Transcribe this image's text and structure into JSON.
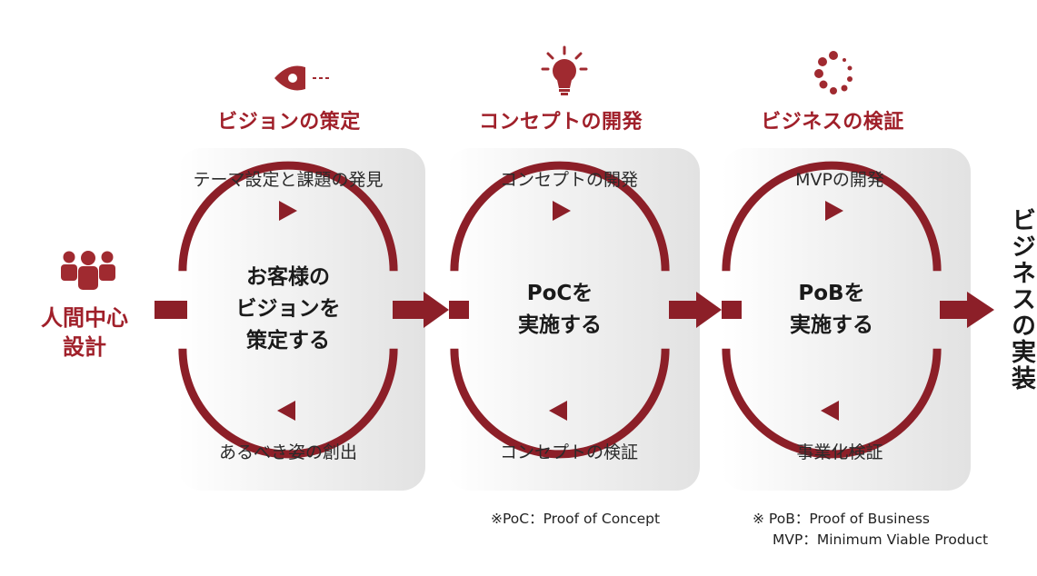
{
  "colors": {
    "accent": "#8c1f28",
    "title": "#a0202a",
    "text": "#1a1a1a"
  },
  "start": {
    "icon": "people-group-icon",
    "label_lines": [
      "人間中心",
      "設計"
    ]
  },
  "stages": [
    {
      "icon": "eye-icon",
      "title": "ビジョンの策定",
      "top_label": "テーマ設定と課題の発見",
      "bottom_label": "あるべき姿の創出",
      "center_lines": [
        "お客様の",
        "ビジョンを",
        "策定する"
      ]
    },
    {
      "icon": "light-bulb-icon",
      "title": "コンセプトの開発",
      "top_label": "コンセプトの開発",
      "bottom_label": "コンセプトの検証",
      "center_lines": [
        "PoCを",
        "実施する"
      ]
    },
    {
      "icon": "dotted-circle-icon",
      "title": "ビジネスの検証",
      "top_label": "MVPの開発",
      "bottom_label": "事業化検証",
      "center_lines": [
        "PoBを",
        "実施する"
      ]
    }
  ],
  "final_label": "ビジネスの実装",
  "notes": {
    "poc": "※PoC：Proof of Concept",
    "pob": "※ PoB：Proof of Business",
    "mvp": "MVP：Minimum Viable Product"
  }
}
